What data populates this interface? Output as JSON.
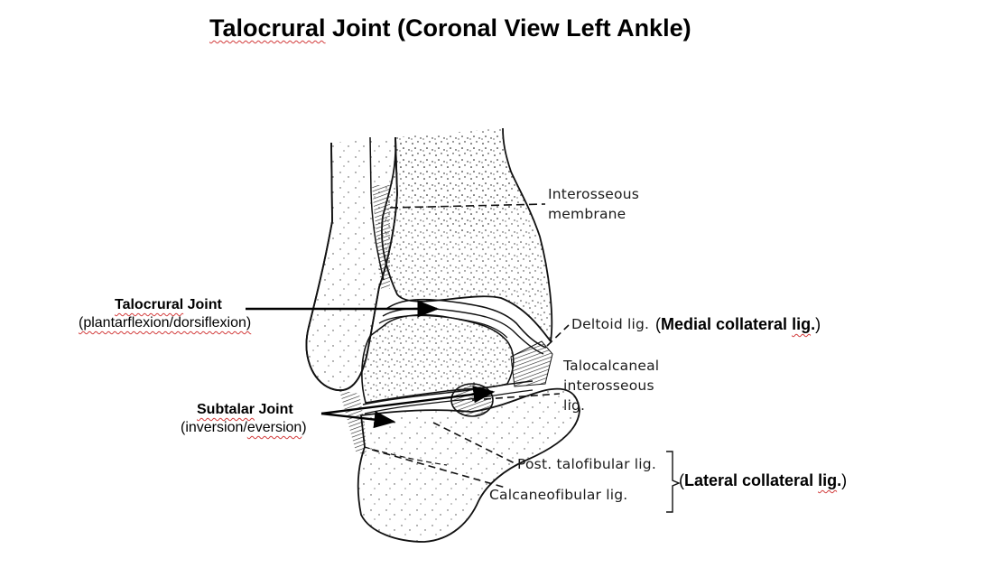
{
  "title": {
    "prefix": "Talocrural",
    "rest": " Joint (Coronal View Left Ankle)"
  },
  "figure_labels": {
    "interosseous_membrane": [
      "Interosseous",
      "membrane"
    ],
    "deltoid": "Deltoid lig.",
    "talocalcaneal": [
      "Talocalcaneal",
      "interosseous",
      "lig."
    ],
    "post_talofibular": "Post. talofibular lig.",
    "calcaneofibular": "Calcaneofibular lig."
  },
  "annotations": {
    "talocrural_joint": {
      "name_a": "Talocrural",
      "name_b": " Joint",
      "motion": "(plantarflexion/dorsiflexion)"
    },
    "subtalar_joint": {
      "name_a": "Subtalar",
      "name_b": " Joint",
      "motion_a": "(inversion/",
      "motion_b": "eversion",
      "motion_c": ")"
    },
    "medial_collateral": {
      "open": "(",
      "text_a": "Medial collateral ",
      "text_b": "lig",
      "text_c": ".",
      "close": ")"
    },
    "lateral_collateral": {
      "open": "(",
      "text_a": "Lateral collateral ",
      "text_b": "lig",
      "text_c": ".",
      "close": ")"
    }
  }
}
